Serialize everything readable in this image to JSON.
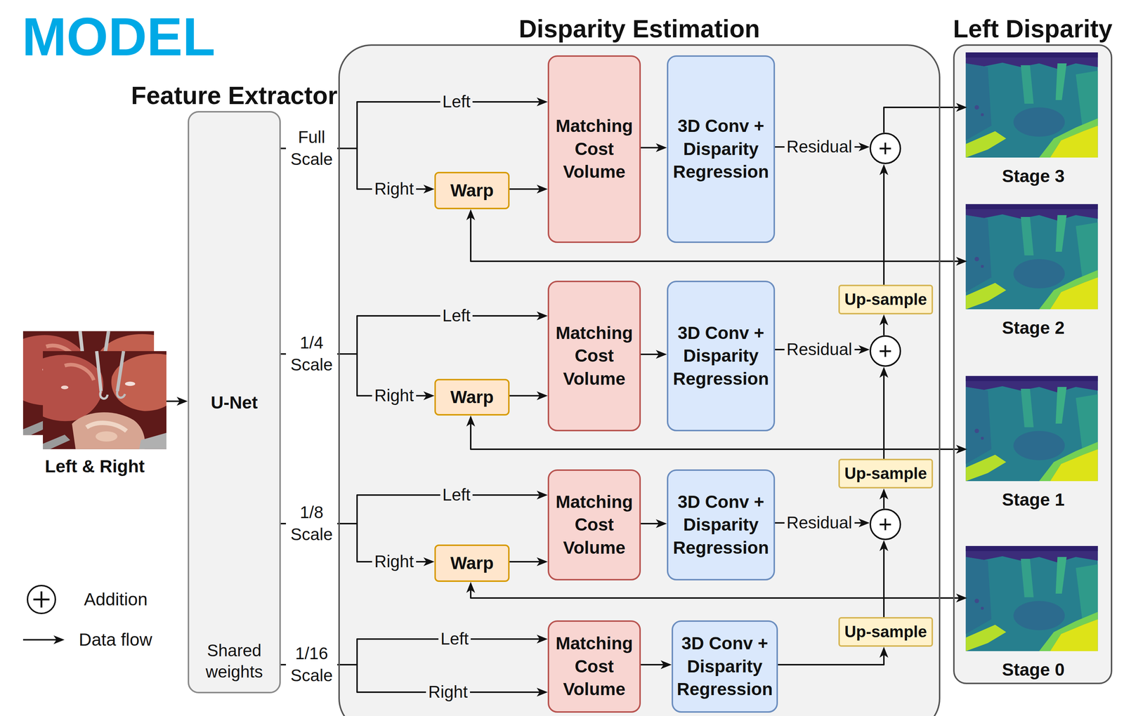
{
  "diagram": {
    "title": "MODEL",
    "nodes": [
      {
        "text": [
          "Left & Right"
        ]
      },
      {
        "text": [
          "Feature Extractor",
          "U-Net",
          "Shared weights"
        ]
      },
      {
        "text": [
          "Disparity Estimation"
        ]
      },
      {
        "text": [
          "Warp"
        ],
        "in": 2
      },
      {
        "text": [
          "Matching Cost Volume"
        ],
        "in": 2
      },
      {
        "text": [
          "3D Conv + Disparity Regression"
        ],
        "in": 2
      },
      {
        "text": [
          "+"
        ],
        "in": 2
      },
      {
        "text": [
          "Up-sample"
        ],
        "in": 2
      },
      {
        "text": [
          "Warp"
        ],
        "in": 2
      },
      {
        "text": [
          "Matching Cost Volume"
        ],
        "in": 2
      },
      {
        "text": [
          "3D Conv + Disparity Regression"
        ],
        "in": 2
      },
      {
        "text": [
          "+"
        ],
        "in": 2
      },
      {
        "text": [
          "Up-sample"
        ],
        "in": 2
      },
      {
        "text": [
          "Warp"
        ],
        "in": 2
      },
      {
        "text": [
          "Matching Cost Volume"
        ],
        "in": 2
      },
      {
        "text": [
          "3D Conv + Disparity Regression"
        ],
        "in": 2
      },
      {
        "text": [
          "+"
        ],
        "in": 2
      },
      {
        "text": [
          "Up-sample"
        ],
        "in": 2
      },
      {
        "text": [
          "Matching Cost Volume"
        ],
        "in": 2
      },
      {
        "text": [
          "3D Conv + Disparity Regression"
        ],
        "in": 2
      },
      {
        "text": [
          "Left Disparity"
        ]
      },
      {
        "text": [
          "Stage 3"
        ],
        "in": 20
      },
      {
        "text": [
          "Stage 2"
        ],
        "in": 20
      },
      {
        "text": [
          "Stage 1"
        ],
        "in": 20
      },
      {
        "text": [
          "Stage 0"
        ],
        "in": 20
      }
    ],
    "edges": [
      {
        "from": 0,
        "to": 1,
        "arrow": "to"
      },
      {
        "from": 1,
        "to": 4,
        "label": "Left",
        "arrow": "to"
      },
      {
        "from": 1,
        "to": 3,
        "label": "Right",
        "arrow": "to"
      },
      {
        "from": 3,
        "to": 4,
        "arrow": "to"
      },
      {
        "from": 4,
        "to": 5,
        "arrow": "to"
      },
      {
        "from": 5,
        "to": 6,
        "label": "Residual",
        "arrow": "to"
      },
      {
        "from": 6,
        "to": 21,
        "arrow": "to"
      },
      {
        "from": 7,
        "to": 6,
        "arrow": "to"
      },
      {
        "from": 7,
        "to": 3,
        "arrow": "to"
      },
      {
        "from": 7,
        "to": 22,
        "arrow": "to"
      },
      {
        "from": 1,
        "to": 9,
        "label": "Left",
        "arrow": "to"
      },
      {
        "from": 1,
        "to": 8,
        "label": "Right",
        "arrow": "to"
      },
      {
        "from": 8,
        "to": 9,
        "arrow": "to"
      },
      {
        "from": 9,
        "to": 10,
        "arrow": "to"
      },
      {
        "from": 10,
        "to": 11,
        "label": "Residual",
        "arrow": "to"
      },
      {
        "from": 11,
        "to": 7,
        "arrow": "to"
      },
      {
        "from": 12,
        "to": 11,
        "arrow": "to"
      },
      {
        "from": 12,
        "to": 8,
        "arrow": "to"
      },
      {
        "from": 12,
        "to": 23,
        "arrow": "to"
      },
      {
        "from": 1,
        "to": 14,
        "label": "Left",
        "arrow": "to"
      },
      {
        "from": 1,
        "to": 13,
        "label": "Right",
        "arrow": "to"
      },
      {
        "from": 13,
        "to": 14,
        "arrow": "to"
      },
      {
        "from": 14,
        "to": 15,
        "arrow": "to"
      },
      {
        "from": 15,
        "to": 16,
        "label": "Residual",
        "arrow": "to"
      },
      {
        "from": 16,
        "to": 12,
        "arrow": "to"
      },
      {
        "from": 17,
        "to": 16,
        "arrow": "to"
      },
      {
        "from": 17,
        "to": 13,
        "arrow": "to"
      },
      {
        "from": 17,
        "to": 24,
        "arrow": "to"
      },
      {
        "from": 1,
        "to": 18,
        "label": "Left",
        "arrow": "to"
      },
      {
        "from": 1,
        "to": 18,
        "label": "Right",
        "arrow": "to"
      },
      {
        "from": 18,
        "to": 19,
        "arrow": "to"
      },
      {
        "from": 19,
        "to": 17,
        "arrow": "to"
      }
    ],
    "labels": [
      "Full Scale",
      "1/4 Scale",
      "1/8 Scale",
      "1/16 Scale"
    ],
    "legend": [
      {
        "text": "Addition"
      },
      {
        "text": "Data flow"
      }
    ]
  }
}
